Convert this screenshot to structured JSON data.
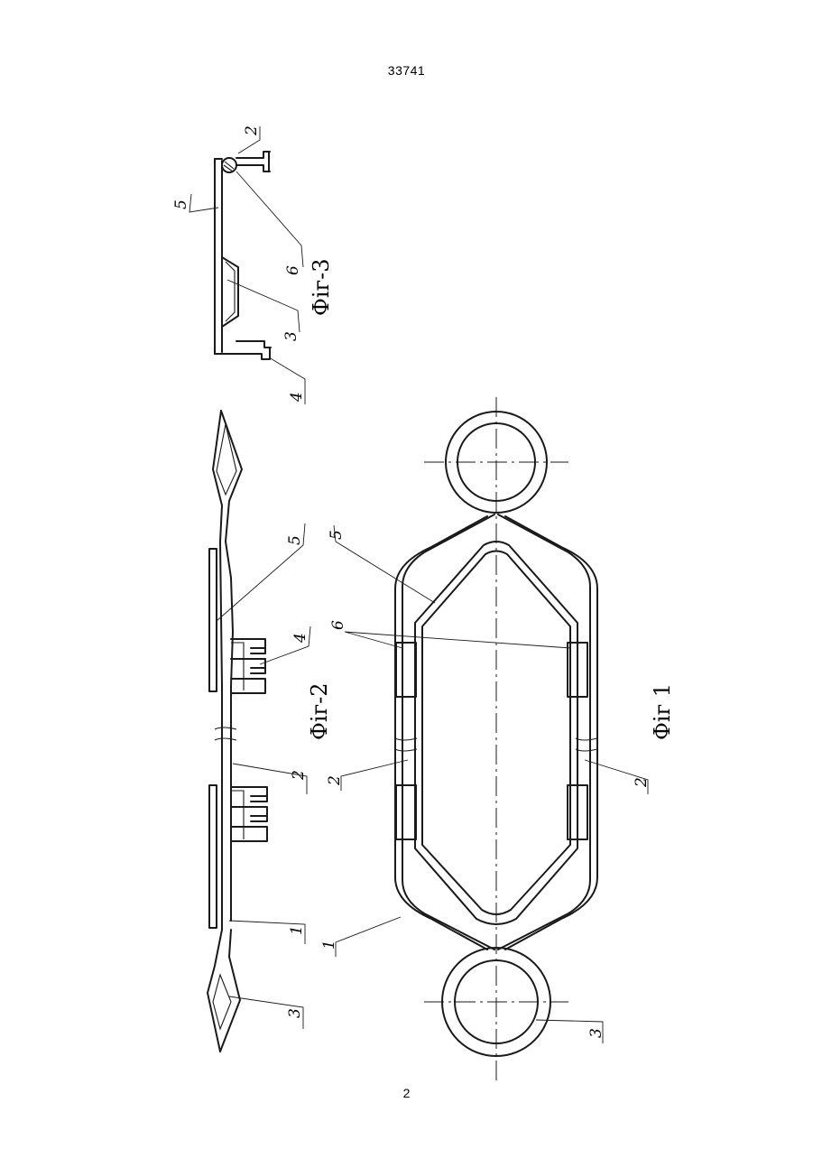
{
  "header": {
    "document_number": "33741"
  },
  "footer": {
    "page_number": "2"
  },
  "figures": {
    "fig1": {
      "caption": "Фіг 1",
      "labels": {
        "l1": "1",
        "l2a": "2",
        "l2b": "2",
        "l3": "3",
        "l5": "5",
        "l6": "6"
      }
    },
    "fig2": {
      "caption": "Фіг-2",
      "labels": {
        "l1": "1",
        "l2": "2",
        "l3": "3",
        "l4": "4",
        "l5": "5"
      }
    },
    "fig3": {
      "caption": "Фіг-3",
      "labels": {
        "l2": "2",
        "l3": "3",
        "l4": "4",
        "l5": "5",
        "l6": "6"
      }
    }
  }
}
